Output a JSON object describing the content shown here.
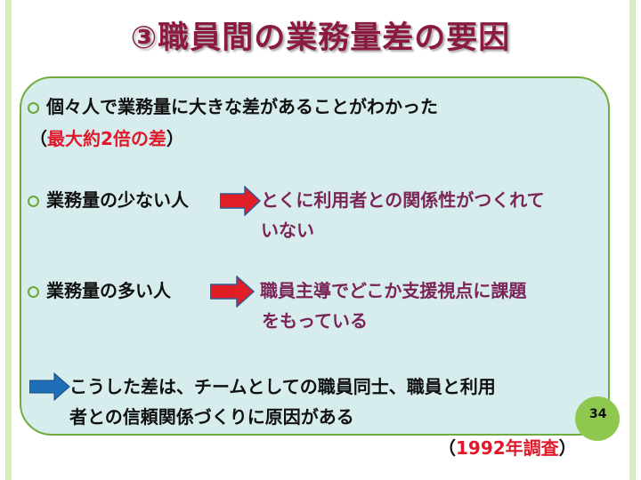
{
  "slide": {
    "title": "③職員間の業務量差の要因",
    "page_number": "34",
    "colors": {
      "title": "#8b1a3e",
      "box_fill": "#d6eced",
      "box_border": "#6fae3c",
      "emphasis_red": "#e0182a",
      "result_plum": "#7b2457",
      "red_arrow": "#e01e26",
      "blue_arrow": "#1f6fb8",
      "page_badge": "#8fc84e"
    },
    "point1": {
      "text": "個々人で業務量に大きな差があることがわかった",
      "paren_open": "（",
      "highlight": "最大約2倍の差",
      "paren_close": "）"
    },
    "point2": {
      "label": "業務量の少ない人",
      "arrow_icon": "red-arrow-right-icon",
      "result_line1": "とくに利用者との関係性がつくれて",
      "result_line2": "いない"
    },
    "point3": {
      "label": "業務量の多い人",
      "arrow_icon": "red-arrow-right-icon",
      "result_line1": "職員主導でどこか支援視点に課題",
      "result_line2": "をもっている"
    },
    "conclusion": {
      "arrow_icon": "blue-arrow-right-icon",
      "line1": "こうした差は、チームとしての職員同士、職員と利用",
      "line2": "者との信頼関係づくりに原因がある"
    },
    "source": {
      "paren_open": "（",
      "highlight": "1992年調査",
      "paren_close": "）"
    }
  }
}
